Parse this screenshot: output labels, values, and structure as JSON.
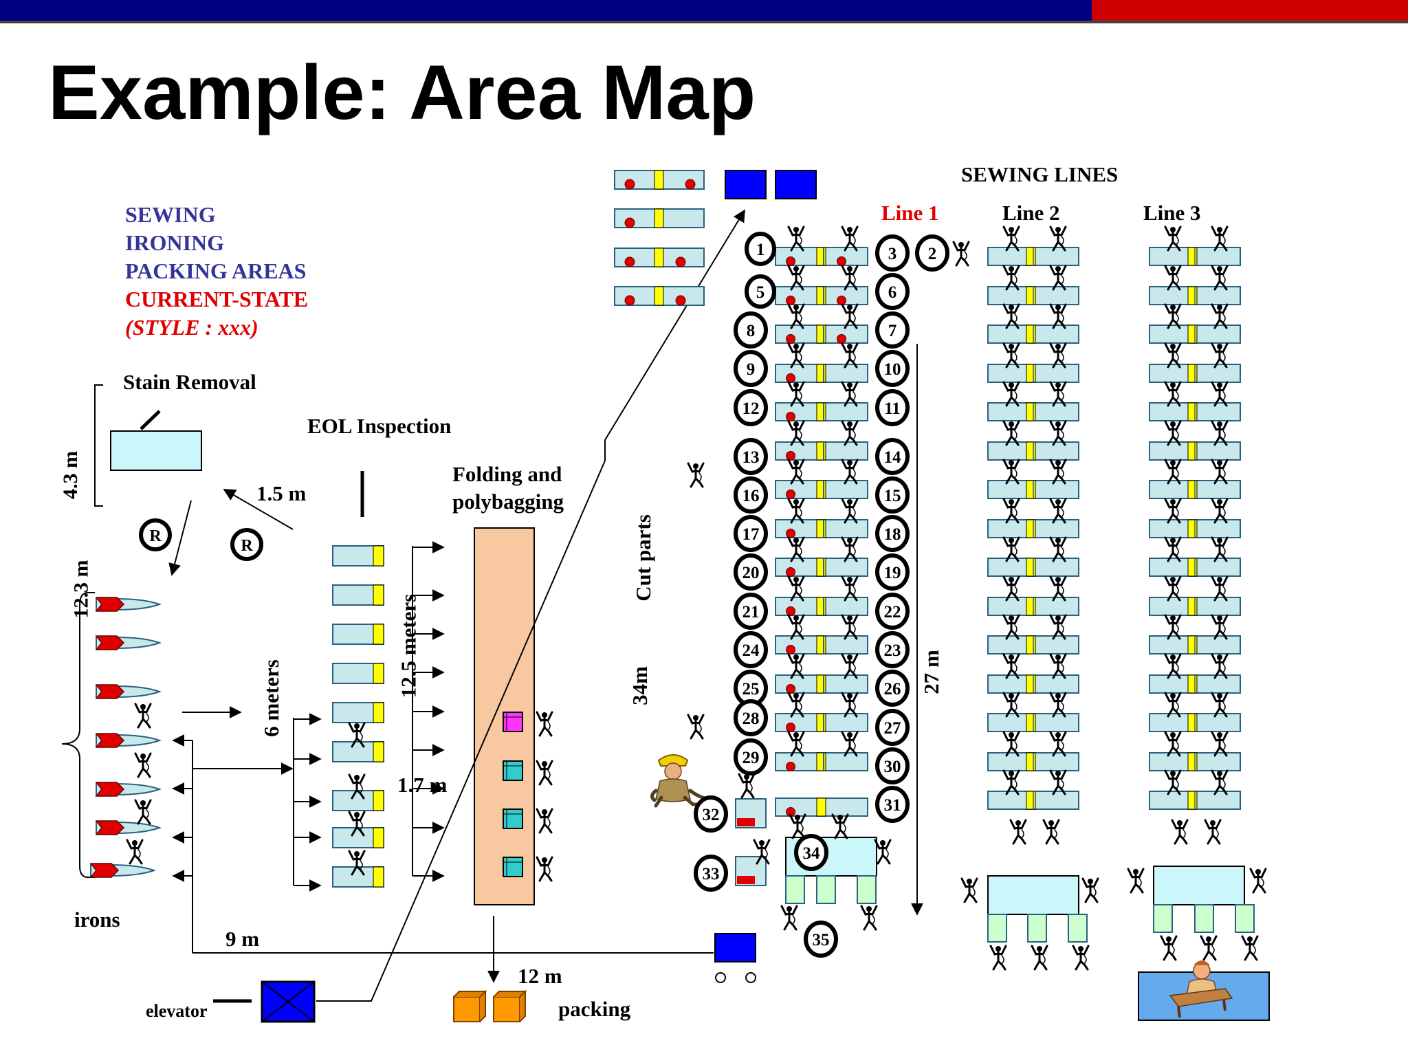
{
  "title": "Example: Area Map",
  "legend": {
    "line1": "SEWING",
    "line2": "IRONING",
    "line3": "PACKING AREAS",
    "line4": "CURRENT-STATE",
    "line5": "(STYLE : xxx)"
  },
  "colors": {
    "header_blue": "#000080",
    "header_red": "#cc0000",
    "legend_blue": "#333399",
    "legend_red": "#e00000",
    "table_fill": "#c8e8ec",
    "station_marker": "#ffff00",
    "operator_dot": "#e00000",
    "folding_table": "#f8c9a0",
    "cart_blue": "#0000ff",
    "box_orange": "#ff9900"
  },
  "labels": {
    "sewing_lines": "SEWING LINES",
    "line1": "Line 1",
    "line2": "Line 2",
    "line3": "Line 3",
    "stain_removal": "Stain Removal",
    "eol_inspection": "EOL Inspection",
    "folding1": "Folding and",
    "folding2": "polybagging",
    "cut_parts": "Cut parts",
    "irons": "irons",
    "elevator": "elevator",
    "packing": "packing"
  },
  "measures": {
    "stain_height": "4.3 m",
    "iron_span": "12.3 m",
    "arrow_dist": "1.5 m",
    "eol_span": "6 meters",
    "fold_span": "12.5 meters",
    "fold_gap": "1.7 m",
    "line_length": "34m",
    "line_flow": "27 m",
    "floor_run": "9 m",
    "pack_run": "12 m"
  },
  "r_marker": "R",
  "stations": {
    "left": [
      "1",
      "5",
      "8",
      "9",
      "12",
      "13",
      "16",
      "17",
      "20",
      "21",
      "24",
      "25",
      "28",
      "29"
    ],
    "right": [
      "3",
      "6",
      "7",
      "10",
      "11",
      "14",
      "15",
      "18",
      "19",
      "22",
      "23",
      "26",
      "27",
      "30",
      "31"
    ],
    "extra": [
      "2",
      "32",
      "33",
      "34",
      "35"
    ]
  },
  "icons": {
    "worker": "worker-figure-icon",
    "supervisor": "supervisor-figure-icon",
    "receptionist": "desk-operator-icon",
    "iron": "iron-icon",
    "elevator": "elevator-icon",
    "cart": "cart-icon",
    "box": "box-icon"
  }
}
